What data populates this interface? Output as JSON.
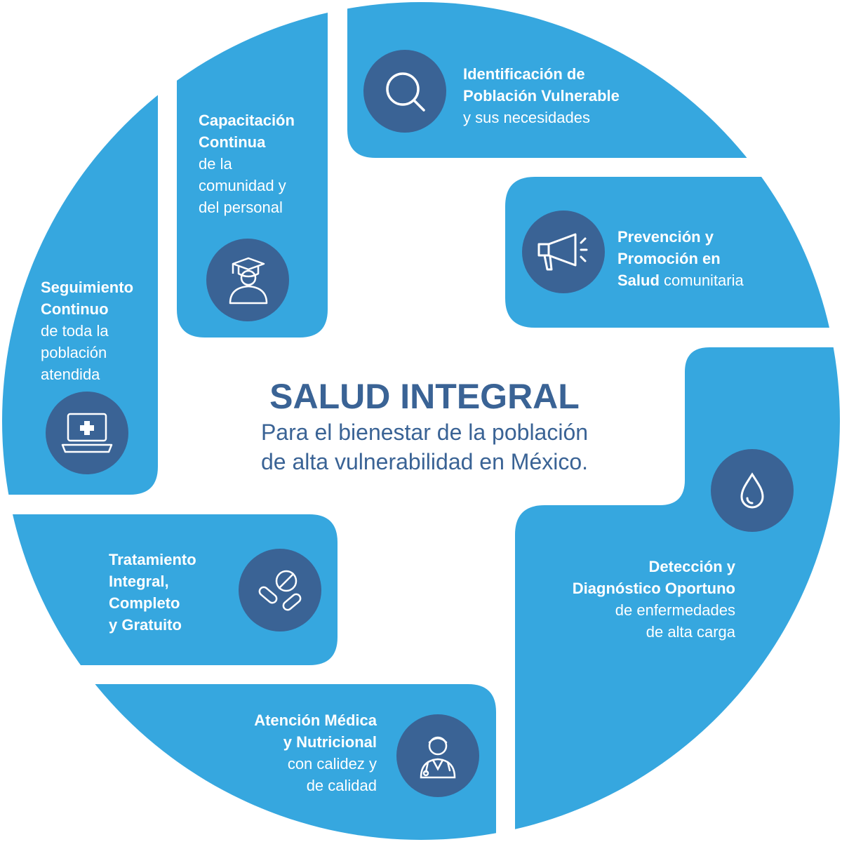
{
  "center": {
    "title": "SALUD INTEGRAL",
    "subtitle_line1": "Para el bienestar de la población",
    "subtitle_line2": "de alta vulnerabilidad en México."
  },
  "colors": {
    "block": "#36a7df",
    "icon_bg": "#3a6395",
    "title": "#3a6395"
  },
  "blocks": [
    {
      "icon": "magnifier-icon",
      "bold1": "Identificación de",
      "bold2": "Población Vulnerable",
      "normal1": "y sus necesidades"
    },
    {
      "icon": "megaphone-icon",
      "bold1": "Prevención y",
      "bold2": "Promoción en",
      "bold3": "Salud",
      "normal1": " comunitaria"
    },
    {
      "icon": "drop-icon",
      "bold1": "Detección y",
      "bold2": "Diagnóstico Oportuno",
      "normal1": "de enfermedades",
      "normal2": "de alta carga"
    },
    {
      "icon": "doctor-icon",
      "bold1": "Atención Médica",
      "bold2": "y Nutricional",
      "normal1": "con calidez y",
      "normal2": "de calidad"
    },
    {
      "icon": "pills-icon",
      "bold1": "Tratamiento",
      "bold2": "Integral,",
      "bold3": "Completo",
      "bold4": " y Gratuito"
    },
    {
      "icon": "laptop-medical-icon",
      "bold1": "Seguimiento",
      "bold2": "Continuo",
      "normal1": "de toda la",
      "normal2": "población",
      "normal3": "atendida"
    },
    {
      "icon": "graduate-icon",
      "bold1": "Capacitación",
      "bold2": "Continua",
      "normal1": "de la",
      "normal2": "comunidad y",
      "normal3": "del personal"
    }
  ]
}
